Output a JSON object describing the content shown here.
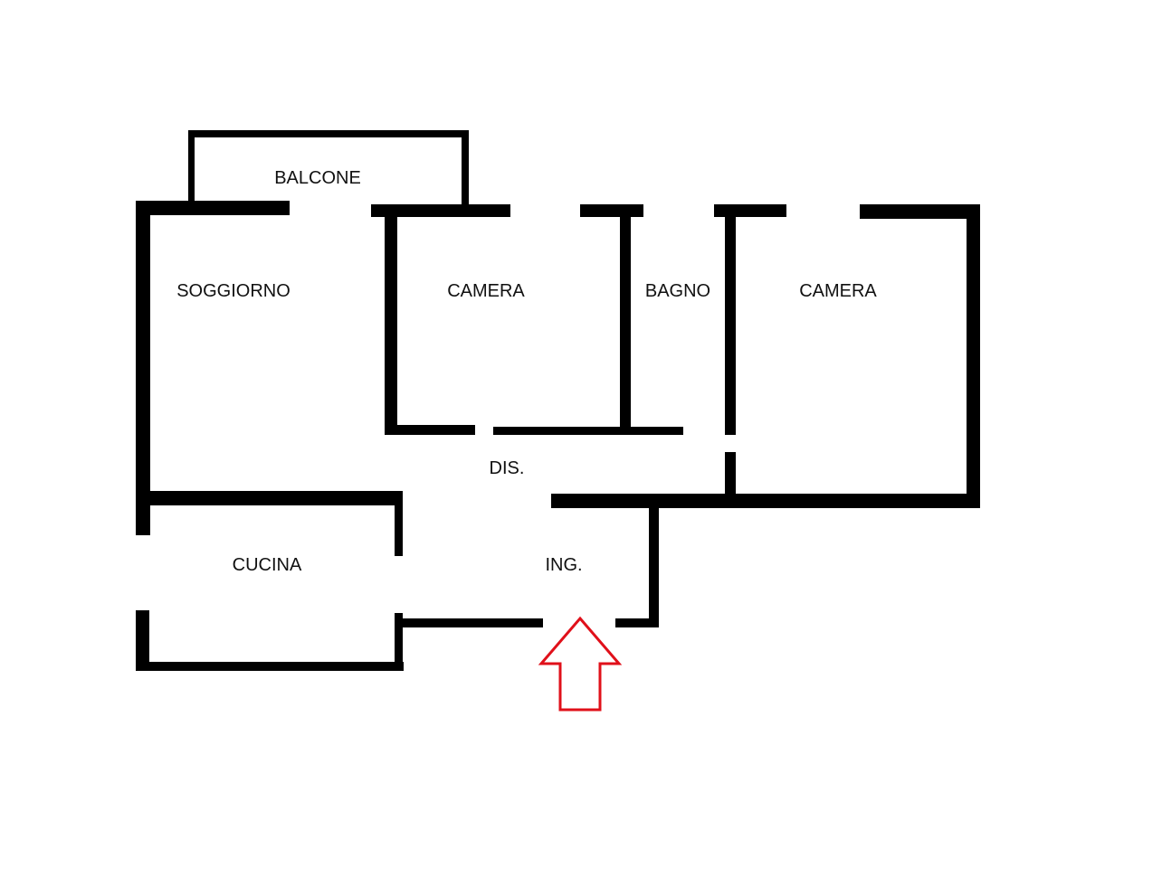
{
  "rooms": {
    "balcone": "BALCONE",
    "soggiorno": "SOGGIORNO",
    "camera_1": "CAMERA",
    "bagno": "BAGNO",
    "camera_2": "CAMERA",
    "disimpegno": "DIS.",
    "cucina": "CUCINA",
    "ingresso": "ING."
  },
  "colors": {
    "walls": "#000000",
    "entry_arrow": "#e0101a",
    "background": "#ffffff"
  },
  "icons": {
    "entry": "entry-arrow-icon"
  }
}
